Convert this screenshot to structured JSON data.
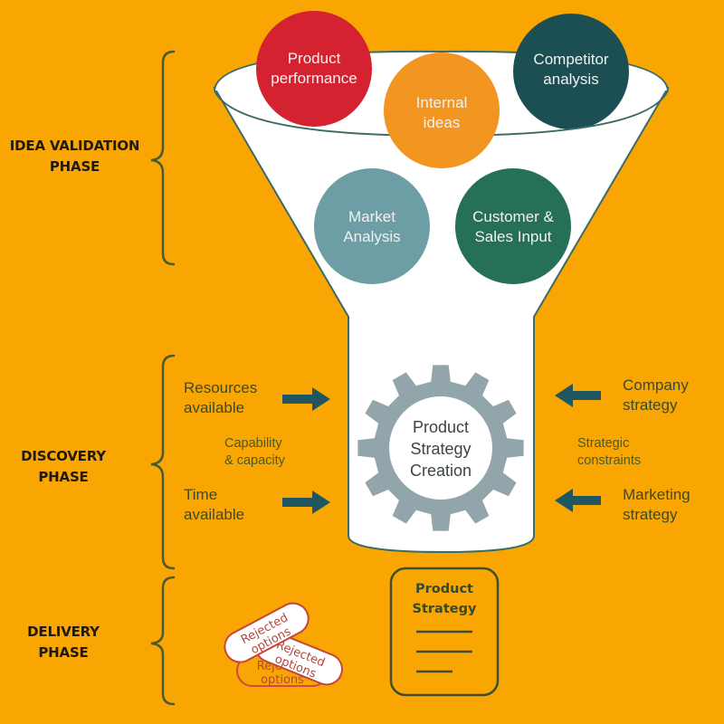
{
  "colors": {
    "background": "#F9A602",
    "bracket": "#4a5a2e",
    "funnel_fill": "#ffffff",
    "funnel_stroke": "#3c6b66",
    "arrow": "#1f5660",
    "gear": "#91a5ab",
    "rejected_stroke": "#d4483a"
  },
  "phases": [
    {
      "label_line1": "IDEA VALIDATION",
      "label_line2": "PHASE"
    },
    {
      "label_line1": "DISCOVERY",
      "label_line2": "PHASE"
    },
    {
      "label_line1": "DELIVERY",
      "label_line2": "PHASE"
    }
  ],
  "inputs": [
    {
      "line1": "Product",
      "line2": "performance",
      "color": "#d42230"
    },
    {
      "line1": "Internal",
      "line2": "ideas",
      "color": "#f39521"
    },
    {
      "line1": "Competitor",
      "line2": "analysis",
      "color": "#1c4f53"
    },
    {
      "line1": "Market",
      "line2": "Analysis",
      "color": "#6e9ea5"
    },
    {
      "line1": "Customer &",
      "line2": "Sales Input",
      "color": "#26705a"
    }
  ],
  "left_factors": [
    {
      "line1": "Resources",
      "line2": "available"
    },
    {
      "line1": "Time",
      "line2": "available"
    }
  ],
  "left_constraint": {
    "line1": "Capability",
    "line2": "& capacity"
  },
  "right_factors": [
    {
      "line1": "Company",
      "line2": "strategy"
    },
    {
      "line1": "Marketing",
      "line2": "strategy"
    }
  ],
  "right_constraint": {
    "line1": "Strategic",
    "line2": "constraints"
  },
  "process": {
    "line1": "Product",
    "line2": "Strategy",
    "line3": "Creation"
  },
  "output_doc": {
    "line1": "Product",
    "line2": "Strategy"
  },
  "rejected": {
    "line1": "Rejected",
    "line2": "options",
    "count": 3
  }
}
